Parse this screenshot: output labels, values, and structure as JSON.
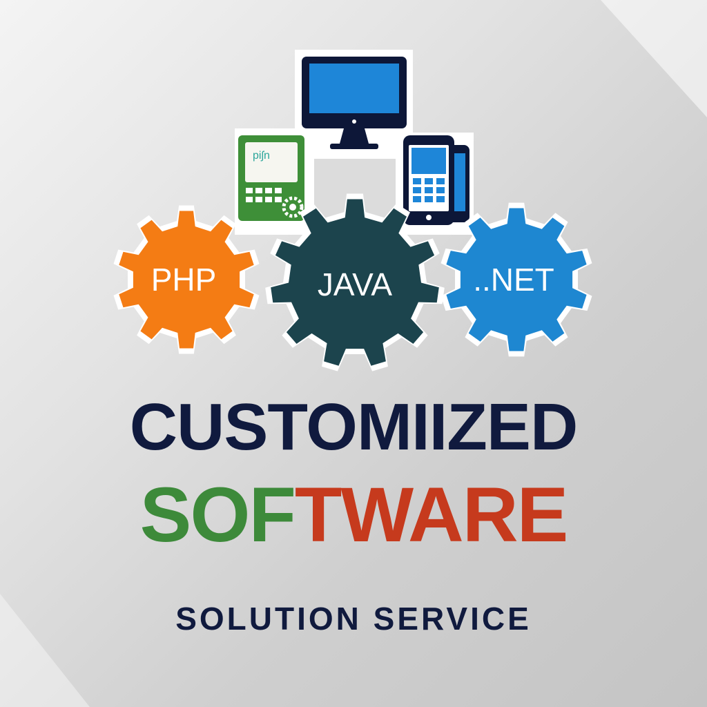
{
  "gears": [
    {
      "label": "PHP",
      "color": "#f47c14"
    },
    {
      "label": "JAVA",
      "color": "#1c444d"
    },
    {
      "label": "..NET",
      "color": "#1e87d1"
    }
  ],
  "devices": {
    "pos_screen_text": "piʃn",
    "monitor_screen_color": "#1e86d8",
    "terminal_color": "#3e8f38"
  },
  "headline": {
    "line1": "CUSTOMIIZED",
    "line2_part_a": "SOF",
    "line2_part_b": "TWARE",
    "line3": "SOLUTION SERVICE",
    "line1_color": "#101a3e",
    "line2_part_a_color": "#3d8a3a",
    "line2_part_b_color": "#c63a1d",
    "line3_color": "#101a3e"
  }
}
